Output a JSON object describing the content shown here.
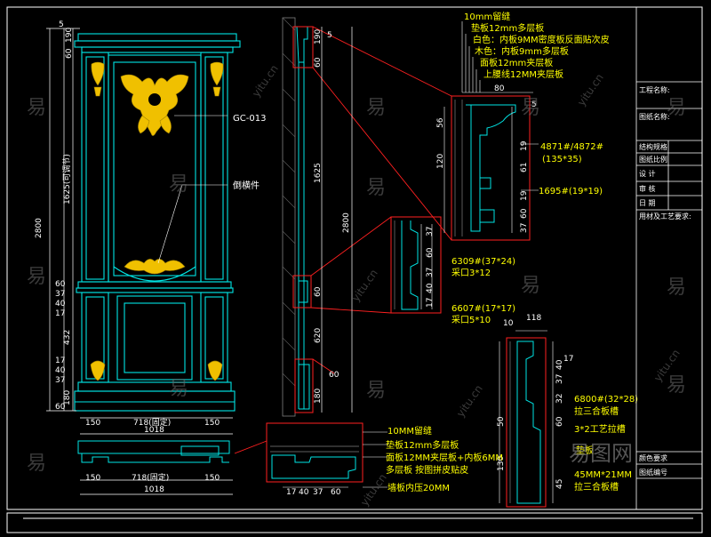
{
  "colors": {
    "background": "#000000",
    "outline": "#00e5e5",
    "ornament": "#f0c000",
    "dimension": "#ffffff",
    "annotation": "#ffff00",
    "leader": "#ff2020",
    "frame": "#ffffff"
  },
  "elevation": {
    "top_dims": [
      "5",
      "60",
      "190"
    ],
    "height_total": "2800",
    "panel_height": "1625(可调节)",
    "mid_dims": [
      "60",
      "37",
      "40",
      "17"
    ],
    "lower_dims": [
      "432",
      "17",
      "40",
      "37",
      "180",
      "60"
    ],
    "bottom_dims": [
      "150",
      "718(固定)",
      "150"
    ],
    "bottom_total": "1018"
  },
  "plan": {
    "dims": [
      "150",
      "718(固定)",
      "150"
    ],
    "total": "1018"
  },
  "section": {
    "top_dims": [
      "5",
      "60",
      "190"
    ],
    "mid_dim": "1625",
    "total": "2800",
    "lower_dims": [
      "60",
      "620",
      "60",
      "180"
    ]
  },
  "labels": {
    "gc": "GC-013",
    "daotiao": "倒横件",
    "top_notes": [
      "10mm留缝",
      "垫板12mm多层板",
      "白色：内板9MM密度板反面贴次皮",
      "木色：内板9mm多层板",
      "面板12mm夹层板",
      "上腰线12MM夹层板"
    ],
    "top_dim": "80",
    "d1_dims": [
      "56",
      "120",
      "5",
      "19",
      "61",
      "37",
      "60",
      "19"
    ],
    "d1_notes": [
      "4871#/4872#",
      "(135*35)",
      "1695#(19*19)"
    ],
    "d2_dims": [
      "17",
      "40",
      "37",
      "60",
      "37"
    ],
    "d2_notes": [
      "6309#(37*24)",
      "采口3*12",
      "6607#(17*17)",
      "采口5*10"
    ],
    "d3_dims": [
      "10",
      "118",
      "17",
      "37",
      "40",
      "32",
      "60",
      "50",
      "130",
      "45"
    ],
    "d3_notes": [
      "6800#(32*28)",
      "拉三合板槽",
      "3*2工艺拉槽",
      "垫板",
      "45MM*21MM",
      "拉三合板槽"
    ],
    "plan_notes": [
      "10MM留缝",
      "垫板12mm多层板",
      "面板12MM夹层板+内板6MM",
      "多层板  按图拼皮贴皮",
      "墙板内压20MM"
    ],
    "plan_dims": [
      "17",
      "40",
      "37",
      "60"
    ]
  },
  "title_block": {
    "rows": [
      "工程名称:",
      "图纸名称:",
      "结构规格",
      "图纸比例",
      "设   计",
      "审   核",
      "日   期",
      "用材及工艺要求:"
    ],
    "bottom_rows": [
      "颜色要求",
      "图纸编号"
    ]
  },
  "watermark": {
    "glyph": "易",
    "site": "yitu.cn",
    "logo": "易图网"
  }
}
